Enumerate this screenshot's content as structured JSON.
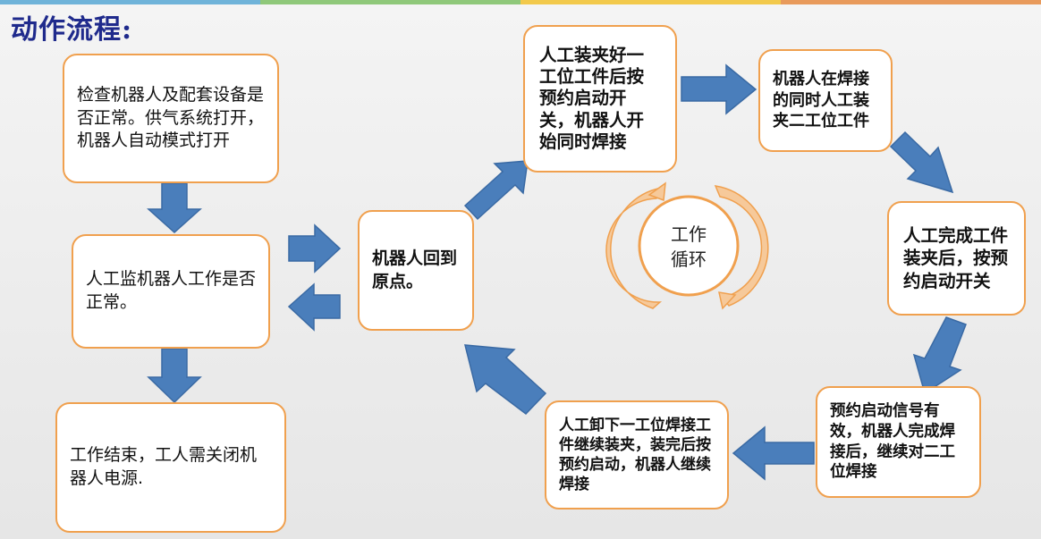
{
  "title": "动作流程:",
  "colors": {
    "box_border": "#f0a04e",
    "arrow_fill": "#4a7ebb",
    "arrow_stroke": "#3a6aa4",
    "title": "#1f2a8c",
    "cycle_ring": "#f0a04e"
  },
  "steps": {
    "check": "检查机器人及配套设备是否正常。供气系统打开，机器人自动模式打开",
    "monitor": "人工监机器人工作是否正常。",
    "end": "工作结束，工人需关闭机器人电源.",
    "home": "机器人回到原点。",
    "load1": "人工装夹好一工位工件后按预约启动开关，机器人开始同时焊接",
    "weld_load2": "机器人在焊接的同时人工装夹二工位工件",
    "load2_done": "人工完成工件装夹后，按预约启动开关",
    "signal": "预约启动信号有效，机器人完成焊接后，继续对二工位焊接",
    "unload1": "人工卸下一工位焊接工件继续装夹，装完后按预约启动，机器人继续焊接"
  },
  "cycle": {
    "line1": "工作",
    "line2": "循环"
  }
}
